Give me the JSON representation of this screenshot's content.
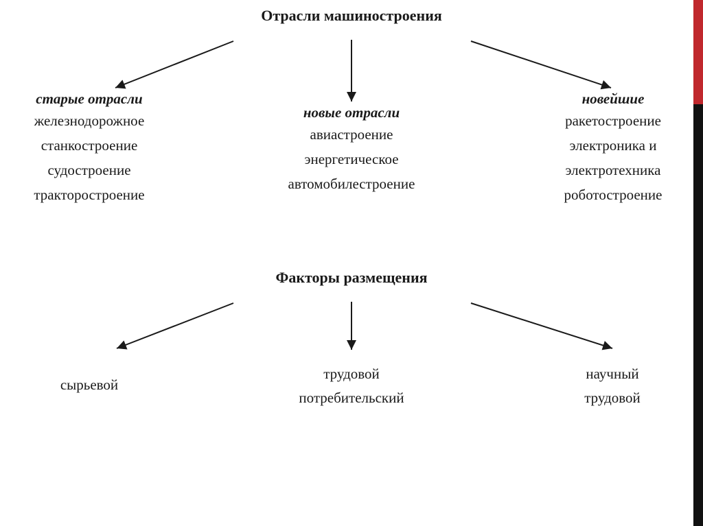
{
  "diagram": {
    "title": "Отрасли машиностроения",
    "branches": [
      {
        "heading": "старые отрасли",
        "items": [
          "железнодорожное",
          "станкостроение",
          "судостроение",
          "тракторостроение"
        ]
      },
      {
        "heading": "новые отрасли",
        "items": [
          "авиастроение",
          "энергетическое",
          "автомобилестроение"
        ]
      },
      {
        "heading": "новейшие",
        "items": [
          "ракетостроение",
          "электроника и",
          "электротехника",
          "роботостроение"
        ]
      }
    ]
  },
  "factors": {
    "title": "Факторы размещения",
    "groups": [
      {
        "items": [
          "сырьевой"
        ]
      },
      {
        "items": [
          "трудовой",
          "потребительский"
        ]
      },
      {
        "items": [
          "научный",
          "трудовой"
        ]
      }
    ]
  },
  "colors": {
    "accent_red": "#c0282d",
    "edge_black": "#111111",
    "text": "#1a1a1a"
  }
}
